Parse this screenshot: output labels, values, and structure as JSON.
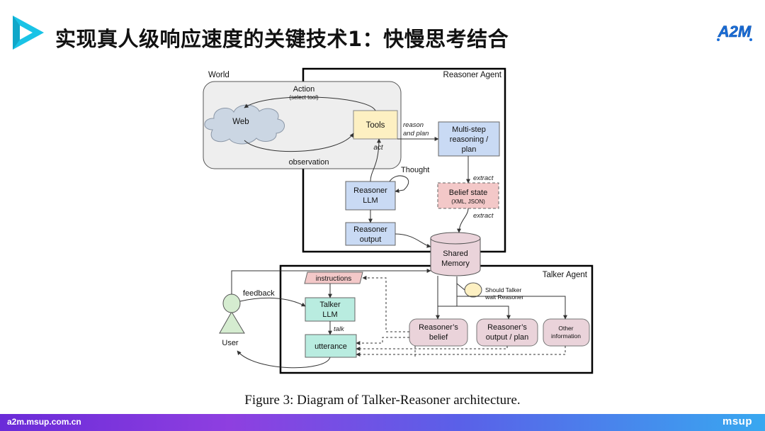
{
  "slide": {
    "title": "实现真人级响应速度的关键技术1：快慢思考结合",
    "brand": "A2M",
    "caption": "Figure 3: Diagram of Talker-Reasoner architecture.",
    "footer_url": "a2m.msup.com.cn",
    "footer_brand": "msup"
  },
  "diagram": {
    "world_label": "World",
    "reasoner_agent_label": "Reasoner Agent",
    "talker_agent_label": "Talker Agent",
    "action_label": "Action",
    "action_sub": "(select tool)",
    "web": "Web",
    "tools": "Tools",
    "act": "act",
    "observation": "observation",
    "reason_line1": "reason",
    "reason_line2": "and plan",
    "multistep_line1": "Multi-step",
    "multistep_line2": "reasoning /",
    "multistep_line3": "plan",
    "thought": "Thought",
    "extract_top": "extract",
    "extract_bottom": "extract",
    "reasoner_llm_line1": "Reasoner",
    "reasoner_llm_line2": "LLM",
    "belief_line1": "Belief state",
    "belief_line2": "(XML, JSON)",
    "reasoner_output_line1": "Reasoner",
    "reasoner_output_line2": "output",
    "shared_memory_line1": "Shared",
    "shared_memory_line2": "Memory",
    "instructions": "instructions",
    "feedback": "feedback",
    "user": "User",
    "talker_llm_line1": "Talker",
    "talker_llm_line2": "LLM",
    "talk": "talk",
    "utterance": "utterance",
    "should_wait_line1": "Should Talker",
    "should_wait_line2": "wait Reasoner",
    "reasoners_belief_line1": "Reasoner’s",
    "reasoners_belief_line2": "belief",
    "reasoners_plan_line1": "Reasoner’s",
    "reasoners_plan_line2": "output / plan",
    "other_info_line1": "Other",
    "other_info_line2": "information"
  },
  "colors": {
    "play_logo_cyan": "#19c3e6",
    "tools_fill": "#fdf0c2",
    "blue_box": "#c9daf4",
    "pink_box": "#f3c8c8",
    "teal_box": "#b9ece0",
    "mauve_box": "#ead3da",
    "user_fill": "#d5ecd0",
    "wait_circle": "#fdf0c2",
    "world_fill": "#eeeeee",
    "cloud_fill": "#cbd6e3",
    "brand_blue": "#1a6ed8"
  }
}
